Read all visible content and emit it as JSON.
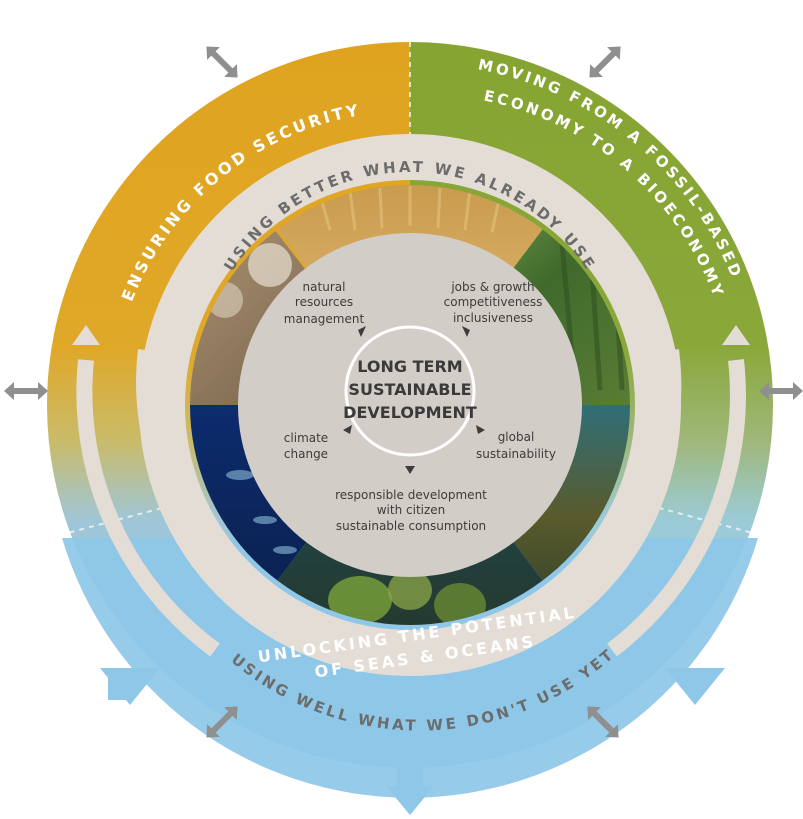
{
  "center": {
    "line1": "LONG TERM",
    "line2": "SUSTAINABLE",
    "line3": "DEVELOPMENT"
  },
  "outer_labels": {
    "food_security": "ENSURING FOOD SECURITY",
    "fossil_line1": "MOVING FROM A FOSSIL-BASED",
    "fossil_line2": "ECONOMY TO A BIOECONOMY",
    "seas_line1": "UNLOCKING THE POTENTIAL",
    "seas_line2": "OF SEAS & OCEANS"
  },
  "ring_labels": {
    "top": "USING BETTER WHAT WE ALREADY USE",
    "bottom": "USING WELL WHAT WE DON'T USE YET"
  },
  "inner_labels": {
    "natural_resources": [
      "natural",
      "resources",
      "management"
    ],
    "jobs_growth": [
      "jobs & growth",
      "competitiveness",
      "inclusiveness"
    ],
    "climate_change": [
      "climate",
      "change"
    ],
    "global_sustainability": [
      "global",
      "sustainability"
    ],
    "responsible_development": [
      "responsible development",
      "with citizen",
      "sustainable consumption"
    ]
  },
  "colors": {
    "food_orange": "#dea420",
    "bio_green": "#8aa634",
    "seas_blue": "#8ec7e8",
    "ring_beige": "#e4ddd6",
    "center_grey": "#d3cdc7",
    "arrow_grey": "#8f8f8f"
  },
  "photo_wedges": [
    "cows",
    "wheat",
    "forest",
    "seaweed",
    "coral",
    "fish"
  ]
}
